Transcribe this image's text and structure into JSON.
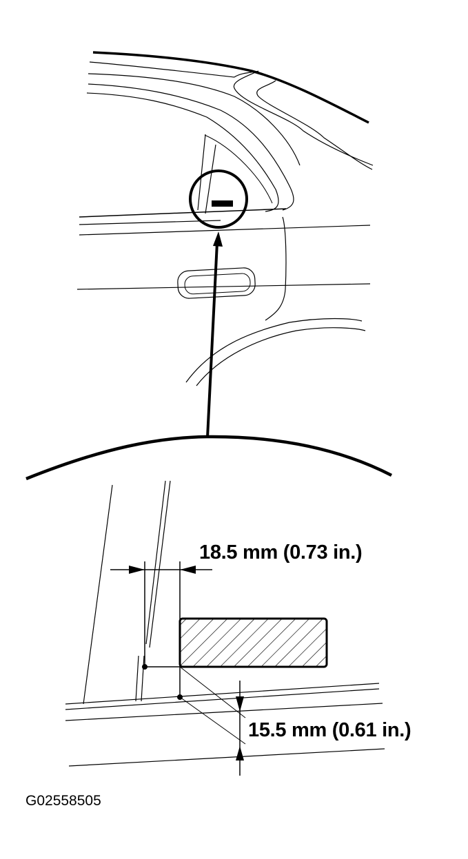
{
  "diagram": {
    "title": "Vehicle rear door / quarter pillar emblem placement",
    "colors": {
      "line": "#000000",
      "background": "#ffffff"
    },
    "overview": {
      "description": "Side view of car rear door and C-pillar with circled detail location and arrow pointing to it"
    },
    "detail": {
      "description": "Enlarged view of emblem (hatched rectangle) position relative to pillar edge and belt line",
      "dimensions": {
        "horizontal": "18.5 mm (0.73 in.)",
        "vertical": "15.5 mm (0.61 in.)"
      }
    },
    "figure_id": "G02558505"
  }
}
